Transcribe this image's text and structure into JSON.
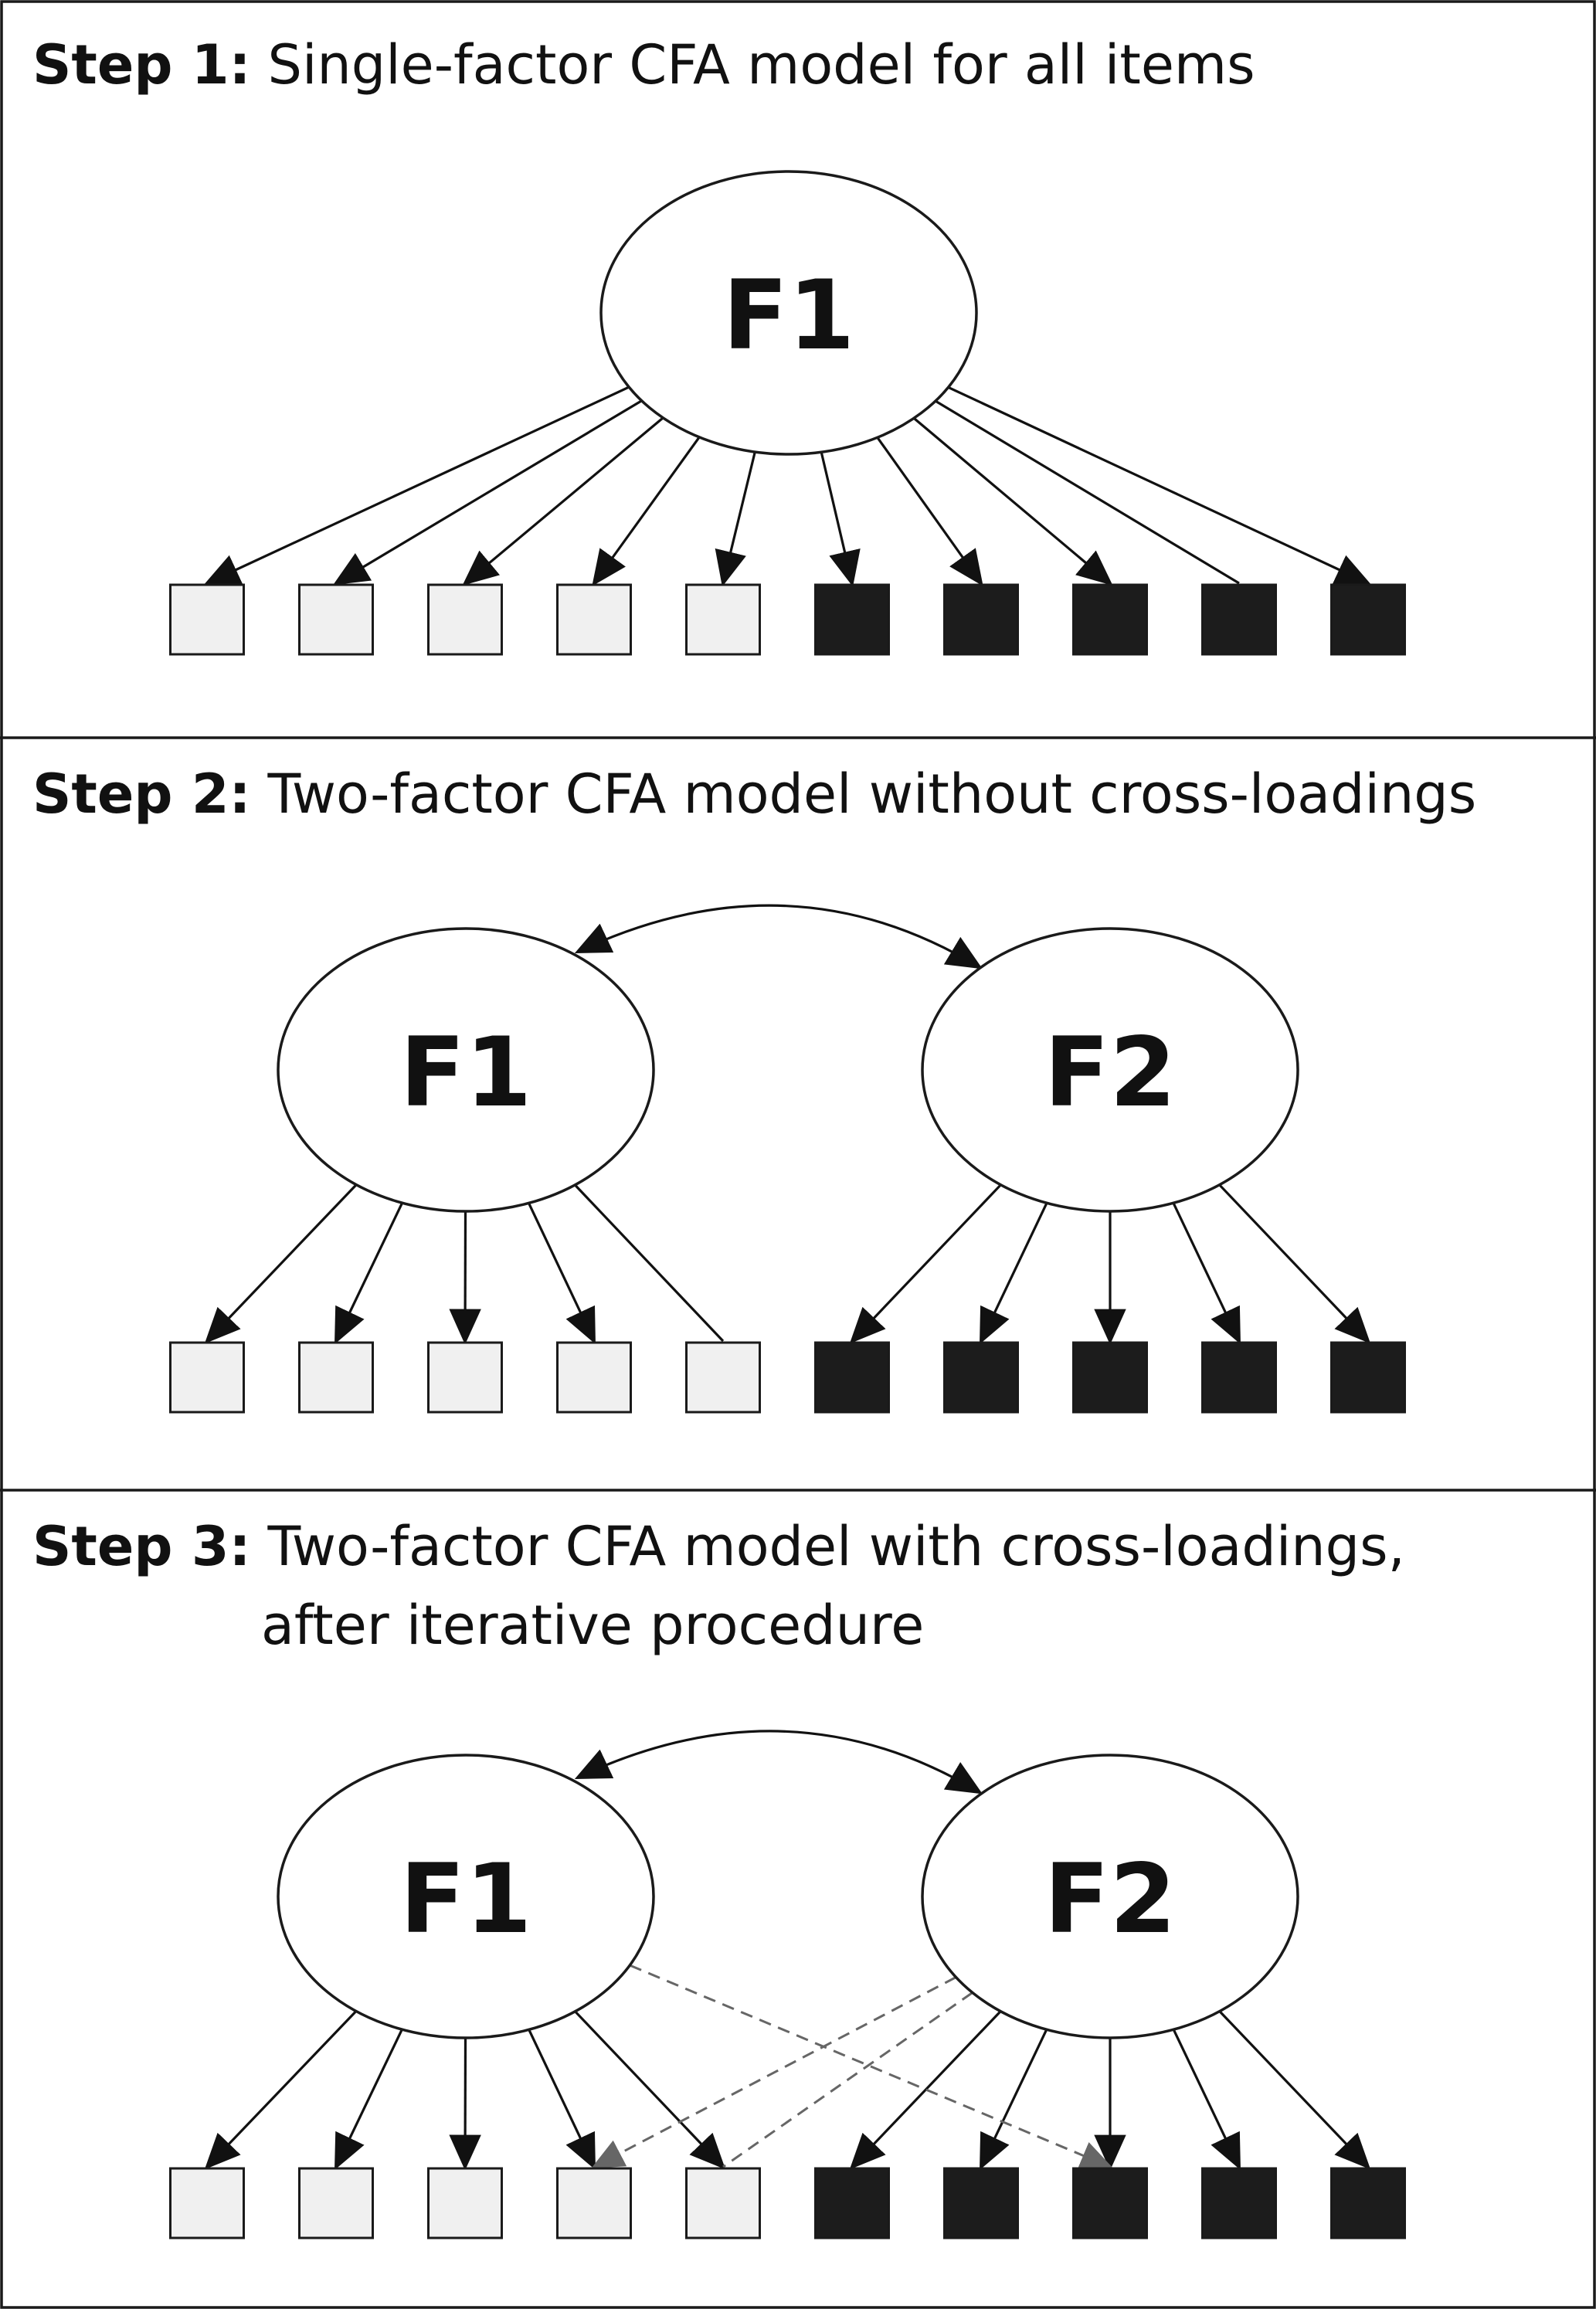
{
  "steps": [
    {
      "label": "Step 1:",
      "title_lines": [
        "Single-factor CFA model for all items"
      ],
      "factors": [
        "F1"
      ],
      "has_correlation": false,
      "items": [
        "light",
        "light",
        "light",
        "light",
        "light",
        "dark",
        "dark",
        "dark",
        "dark",
        "dark"
      ],
      "loadings": [
        {
          "factor": 0,
          "item": 0,
          "arrow": true
        },
        {
          "factor": 0,
          "item": 1,
          "arrow": true
        },
        {
          "factor": 0,
          "item": 2,
          "arrow": true
        },
        {
          "factor": 0,
          "item": 3,
          "arrow": true
        },
        {
          "factor": 0,
          "item": 4,
          "arrow": true
        },
        {
          "factor": 0,
          "item": 5,
          "arrow": true
        },
        {
          "factor": 0,
          "item": 6,
          "arrow": true
        },
        {
          "factor": 0,
          "item": 7,
          "arrow": true
        },
        {
          "factor": 0,
          "item": 8,
          "arrow": false
        },
        {
          "factor": 0,
          "item": 9,
          "arrow": true
        }
      ],
      "cross_loadings": []
    },
    {
      "label": "Step 2:",
      "title_lines": [
        "Two-factor CFA model without cross-loadings"
      ],
      "factors": [
        "F1",
        "F2"
      ],
      "has_correlation": true,
      "items": [
        "light",
        "light",
        "light",
        "light",
        "light",
        "dark",
        "dark",
        "dark",
        "dark",
        "dark"
      ],
      "loadings": [
        {
          "factor": 0,
          "item": 0,
          "arrow": true
        },
        {
          "factor": 0,
          "item": 1,
          "arrow": true
        },
        {
          "factor": 0,
          "item": 2,
          "arrow": true
        },
        {
          "factor": 0,
          "item": 3,
          "arrow": true
        },
        {
          "factor": 0,
          "item": 4,
          "arrow": false
        },
        {
          "factor": 1,
          "item": 5,
          "arrow": true
        },
        {
          "factor": 1,
          "item": 6,
          "arrow": true
        },
        {
          "factor": 1,
          "item": 7,
          "arrow": true
        },
        {
          "factor": 1,
          "item": 8,
          "arrow": true
        },
        {
          "factor": 1,
          "item": 9,
          "arrow": true
        }
      ],
      "cross_loadings": []
    },
    {
      "label": "Step 3:",
      "title_lines": [
        "Two-factor CFA model with cross-loadings,",
        "after iterative procedure"
      ],
      "factors": [
        "F1",
        "F2"
      ],
      "has_correlation": true,
      "items": [
        "light",
        "light",
        "light",
        "light",
        "light",
        "dark",
        "dark",
        "dark",
        "dark",
        "dark"
      ],
      "loadings": [
        {
          "factor": 0,
          "item": 0,
          "arrow": true
        },
        {
          "factor": 0,
          "item": 1,
          "arrow": true
        },
        {
          "factor": 0,
          "item": 2,
          "arrow": true
        },
        {
          "factor": 0,
          "item": 3,
          "arrow": true
        },
        {
          "factor": 0,
          "item": 4,
          "arrow": true
        },
        {
          "factor": 1,
          "item": 5,
          "arrow": true
        },
        {
          "factor": 1,
          "item": 6,
          "arrow": true
        },
        {
          "factor": 1,
          "item": 7,
          "arrow": true
        },
        {
          "factor": 1,
          "item": 8,
          "arrow": true
        },
        {
          "factor": 1,
          "item": 9,
          "arrow": true
        }
      ],
      "cross_loadings": [
        {
          "factor": 0,
          "item": 7,
          "arrow": true
        },
        {
          "factor": 1,
          "item": 3,
          "arrow": true
        },
        {
          "factor": 1,
          "item": 4,
          "arrow": false
        }
      ]
    }
  ],
  "colors": {
    "item_light": "#f0f0f0",
    "item_dark": "#1c1c1c",
    "cross_loading": "#666666",
    "line": "#111111"
  }
}
